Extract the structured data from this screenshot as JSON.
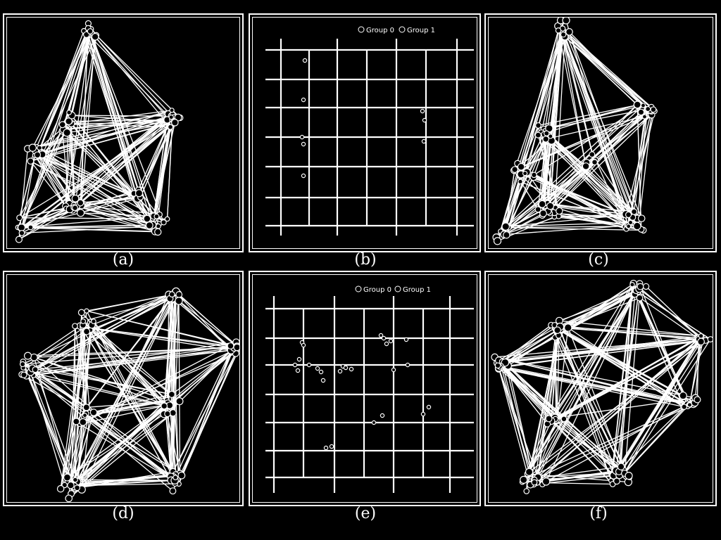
{
  "captions": {
    "a": "(a)",
    "b": "(b)",
    "c": "(c)",
    "d": "(d)",
    "e": "(e)",
    "f": "(f)"
  },
  "legend_b": {
    "group0": "Group 0",
    "group1": "Group 1"
  },
  "legend_e": {
    "group0": "Group 0",
    "group1": "Group 1"
  },
  "colors": {
    "background": "#000000",
    "stroke": "#ffffff"
  }
}
